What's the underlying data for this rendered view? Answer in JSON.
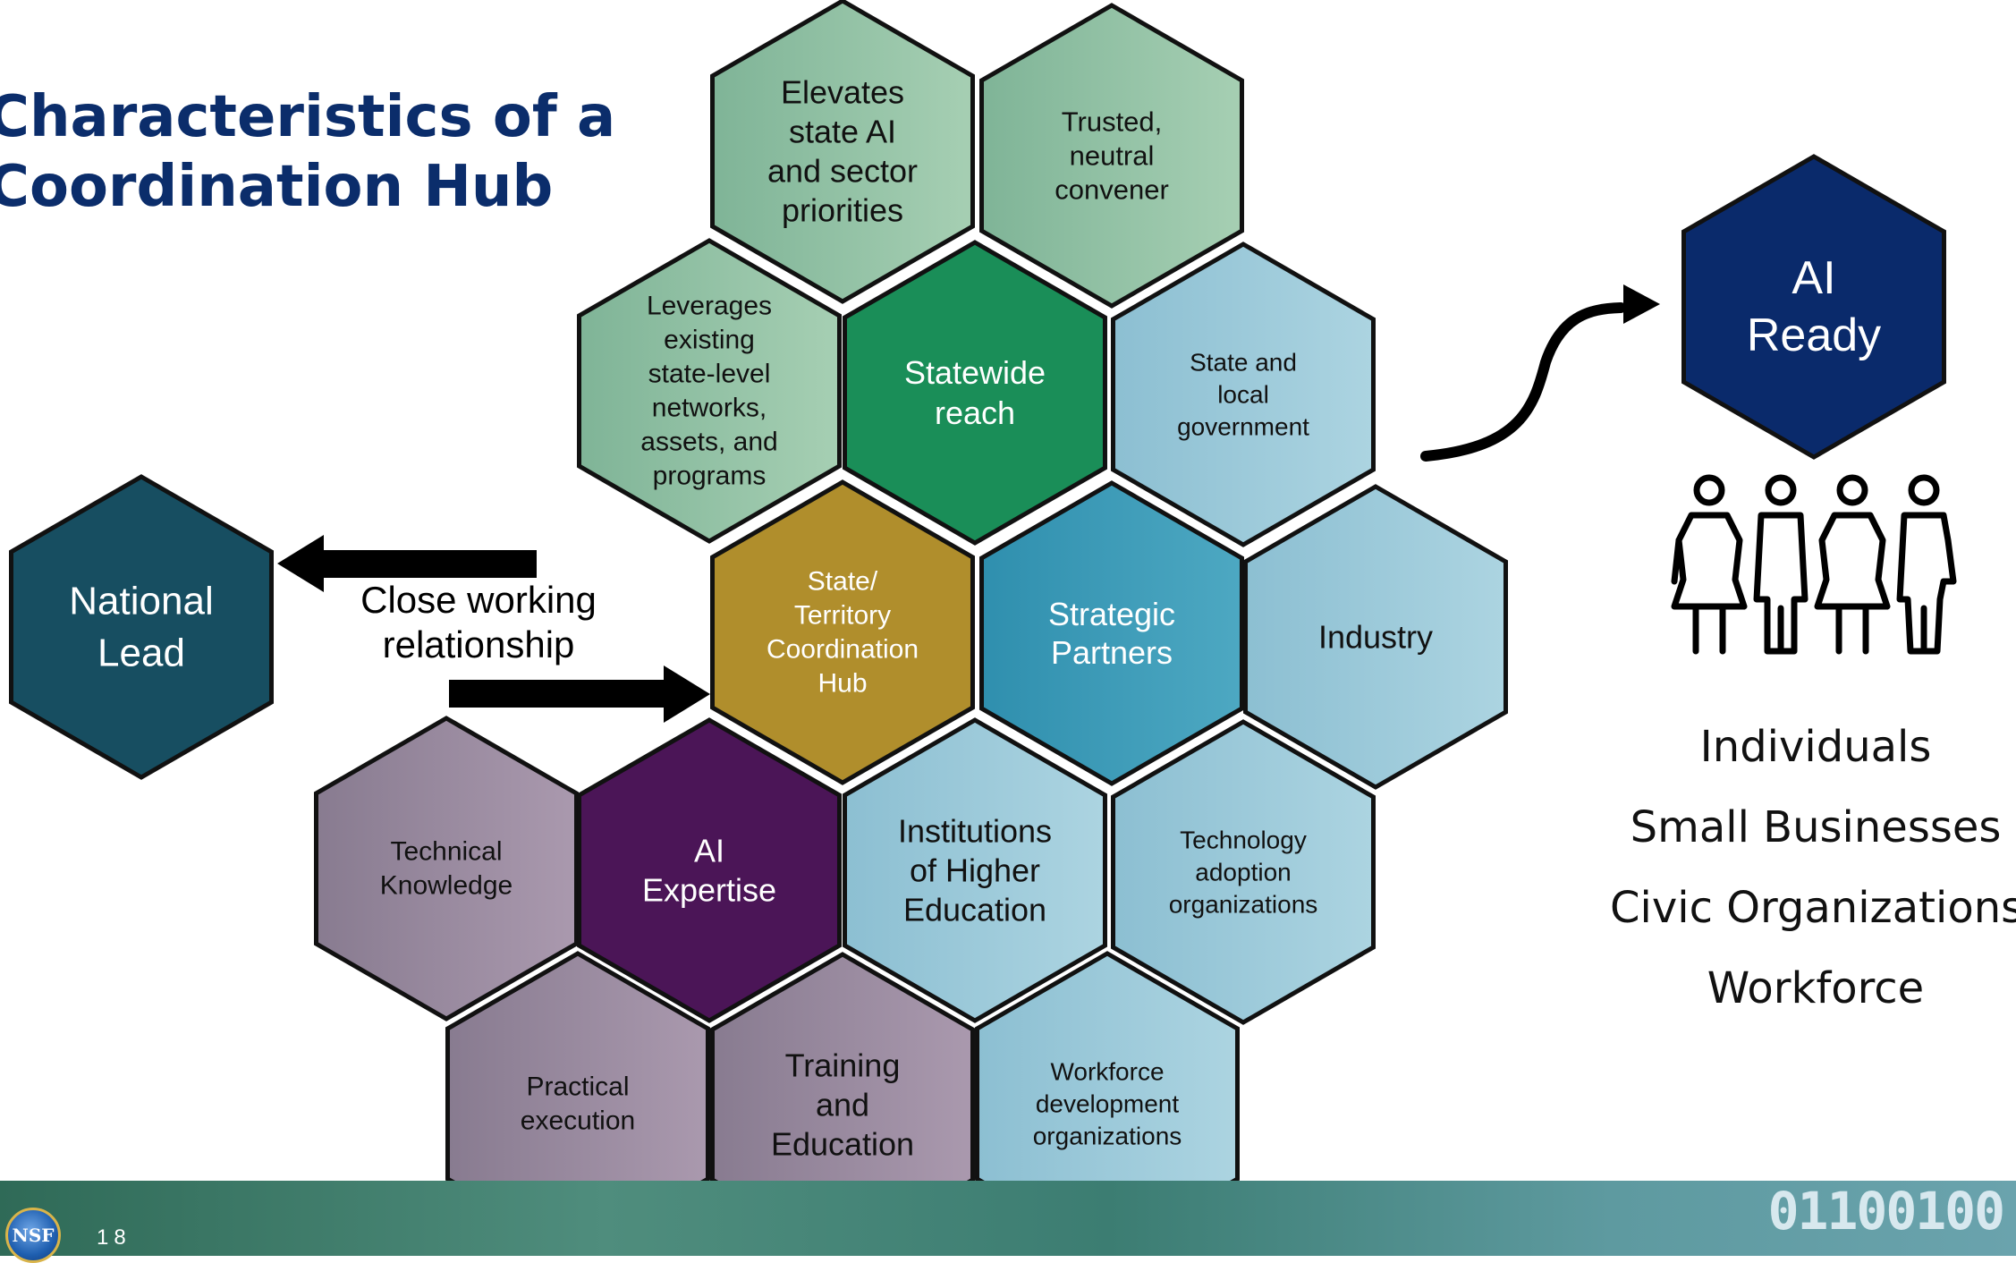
{
  "title": {
    "line1": "Characteristics of a",
    "line2": "Coordination Hub"
  },
  "colors": {
    "green_light": "#8fc0a3",
    "green_dark": "#1a8e58",
    "gold": "#b08e2c",
    "teal": "#3c9cb8",
    "blue_light": "#99c8d8",
    "purple_dark": "#4b1557",
    "purple_light": "#9a879f",
    "national_lead": "#174e61",
    "ai_ready": "#0a2a6b",
    "title": "#0b2d6b"
  },
  "hexagons": [
    {
      "id": "elevates",
      "lines": [
        "Elevates",
        "state AI",
        "and sector",
        "priorities"
      ],
      "fill": "green_light"
    },
    {
      "id": "trusted",
      "lines": [
        "Trusted,",
        "neutral",
        "convener"
      ],
      "fill": "green_light"
    },
    {
      "id": "leverages",
      "lines": [
        "Leverages",
        "existing",
        "state-level",
        "networks,",
        "assets, and",
        "programs"
      ],
      "fill": "green_light"
    },
    {
      "id": "statewide",
      "lines": [
        "Statewide",
        "reach"
      ],
      "fill": "green_dark"
    },
    {
      "id": "state-local",
      "lines": [
        "State and",
        "local",
        "government"
      ],
      "fill": "blue_light"
    },
    {
      "id": "hub",
      "lines": [
        "State/",
        "Territory",
        "Coordination",
        "Hub"
      ],
      "fill": "gold"
    },
    {
      "id": "strategic",
      "lines": [
        "Strategic",
        "Partners"
      ],
      "fill": "teal"
    },
    {
      "id": "industry",
      "lines": [
        "Industry"
      ],
      "fill": "blue_light"
    },
    {
      "id": "technical",
      "lines": [
        "Technical",
        "Knowledge"
      ],
      "fill": "purple_light"
    },
    {
      "id": "ai-expertise",
      "lines": [
        "AI",
        "Expertise"
      ],
      "fill": "purple_dark"
    },
    {
      "id": "institutions",
      "lines": [
        "Institutions",
        "of Higher",
        "Education"
      ],
      "fill": "blue_light"
    },
    {
      "id": "technology",
      "lines": [
        "Technology",
        "adoption",
        "organizations"
      ],
      "fill": "blue_light"
    },
    {
      "id": "practical",
      "lines": [
        "Practical",
        "execution"
      ],
      "fill": "purple_light"
    },
    {
      "id": "training",
      "lines": [
        "Training",
        "and",
        "Education"
      ],
      "fill": "purple_light"
    },
    {
      "id": "workforce-dev",
      "lines": [
        "Workforce",
        "development",
        "organizations"
      ],
      "fill": "blue_light"
    },
    {
      "id": "national-lead",
      "lines": [
        "National",
        "Lead"
      ],
      "fill": "national_lead"
    },
    {
      "id": "ai-ready",
      "lines": [
        "AI",
        "Ready"
      ],
      "fill": "ai_ready"
    }
  ],
  "relationship": {
    "line1": "Close working",
    "line2": "relationship"
  },
  "audience": [
    "Individuals",
    "Small Businesses",
    "Civic Organizations",
    "Workforce"
  ],
  "footer": {
    "logo": "NSF",
    "page": "18",
    "binary": "01100100"
  }
}
